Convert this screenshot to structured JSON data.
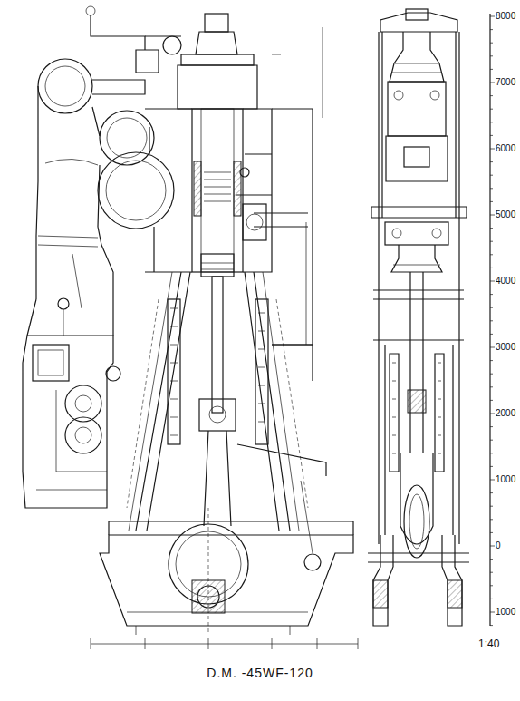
{
  "diagram": {
    "caption": "D.M. -45WF-120",
    "labels": [
      "8000",
      "7000",
      "6000",
      "5000",
      "4000",
      "3000",
      "2000",
      "1000",
      "0",
      "1000",
      "1:40"
    ]
  }
}
